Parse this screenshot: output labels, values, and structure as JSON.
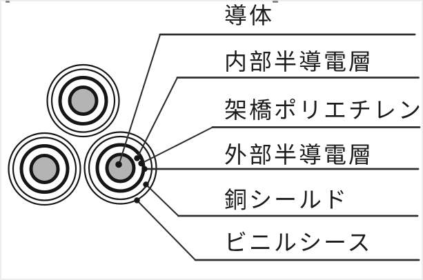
{
  "figure": {
    "type": "three-core-cable-cross-section",
    "labels": [
      {
        "id": "conductor",
        "text": "導体"
      },
      {
        "id": "inner-semiconductive-layer",
        "text": "内部半導電層"
      },
      {
        "id": "crosslinked-polyethylene",
        "text": "架橋ポリエチレン"
      },
      {
        "id": "outer-semiconductive-layer",
        "text": "外部半導電層"
      },
      {
        "id": "copper-shield",
        "text": "銅シールド"
      },
      {
        "id": "vinyl-sheath",
        "text": "ビニルシース"
      }
    ],
    "colors": {
      "ink": "#161616",
      "line": "#2e2e2e",
      "conductor_fill": "#b4b4b4",
      "text": "#1c1c1c",
      "background": "#ffffff"
    }
  }
}
